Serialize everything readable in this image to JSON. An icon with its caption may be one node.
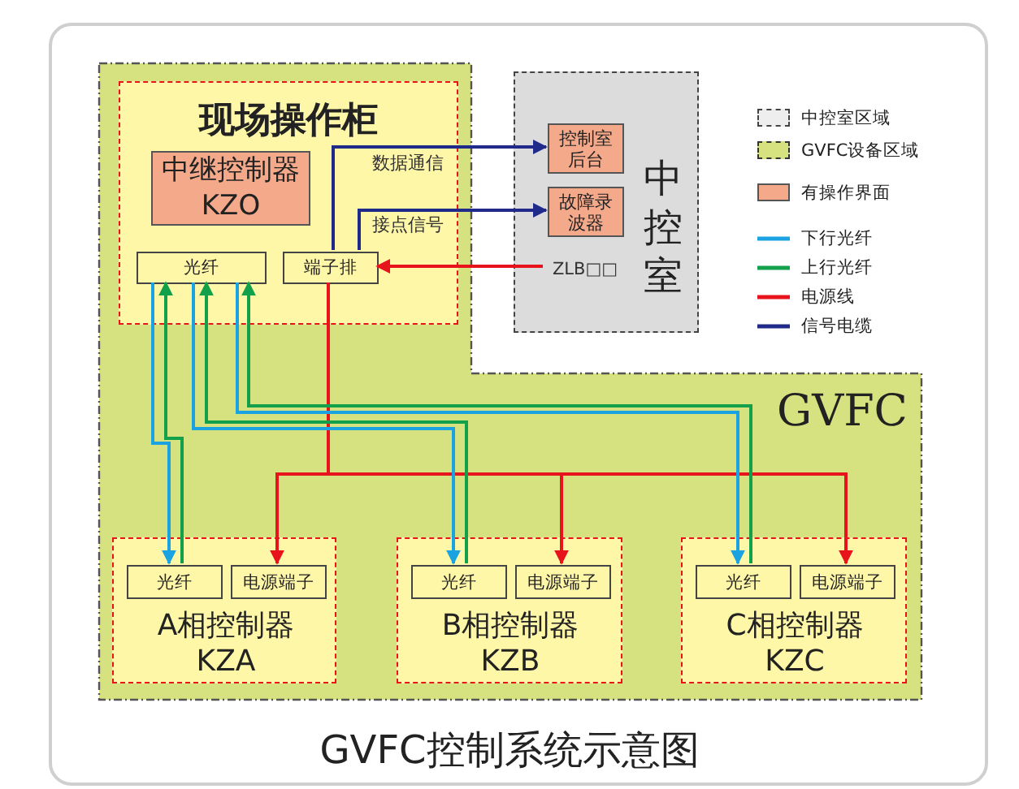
{
  "diagram": {
    "caption": "GVFC控制系统示意图",
    "nodes": [
      {
        "text": [
          "GVFC"
        ]
      },
      {
        "text": [
          "现场操作柜"
        ],
        "in": 0
      },
      {
        "text": [
          "中继控制器 KZO"
        ],
        "in": 1
      },
      {
        "text": [
          "光纤"
        ],
        "in": 1
      },
      {
        "text": [
          "端子排"
        ],
        "in": 1
      },
      {
        "text": [
          "中控室"
        ]
      },
      {
        "text": [
          "控制室后台"
        ],
        "in": 5
      },
      {
        "text": [
          "故障录波器"
        ],
        "in": 5
      },
      {
        "text": [
          "ZLB□□"
        ],
        "in": 5
      },
      {
        "text": [
          "A相控制器 KZA"
        ],
        "in": 0
      },
      {
        "text": [
          "光纤"
        ],
        "in": 9
      },
      {
        "text": [
          "电源端子"
        ],
        "in": 9
      },
      {
        "text": [
          "B相控制器 KZB"
        ],
        "in": 0
      },
      {
        "text": [
          "光纤"
        ],
        "in": 12
      },
      {
        "text": [
          "电源端子"
        ],
        "in": 12
      },
      {
        "text": [
          "C相控制器 KZC"
        ],
        "in": 0
      },
      {
        "text": [
          "光纤"
        ],
        "in": 15
      },
      {
        "text": [
          "电源端子"
        ],
        "in": 15
      }
    ],
    "edges": [
      {
        "from": 4,
        "to": 6,
        "arrow": "to",
        "label": "数据通信",
        "color": "#1f2a8a"
      },
      {
        "from": 4,
        "to": 7,
        "arrow": "to",
        "label": "接点信号",
        "color": "#1f2a8a"
      },
      {
        "from": 8,
        "to": 4,
        "arrow": "to",
        "color": "#e8141c"
      },
      {
        "from": 4,
        "to": 11,
        "arrow": "to",
        "color": "#e8141c"
      },
      {
        "from": 4,
        "to": 14,
        "arrow": "to",
        "color": "#e8141c"
      },
      {
        "from": 4,
        "to": 17,
        "arrow": "to",
        "color": "#e8141c"
      },
      {
        "from": 3,
        "to": 10,
        "arrow": "to",
        "color": "#1aa3e0"
      },
      {
        "from": 10,
        "to": 3,
        "arrow": "to",
        "color": "#12a04a"
      },
      {
        "from": 3,
        "to": 13,
        "arrow": "to",
        "color": "#1aa3e0"
      },
      {
        "from": 13,
        "to": 3,
        "arrow": "to",
        "color": "#12a04a"
      },
      {
        "from": 3,
        "to": 16,
        "arrow": "to",
        "color": "#1aa3e0"
      },
      {
        "from": 16,
        "to": 3,
        "arrow": "to",
        "color": "#12a04a"
      }
    ],
    "legend": [
      {
        "text": "中控室区域",
        "color": "#eeeeee"
      },
      {
        "text": "GVFC设备区域",
        "color": "#d6e17f"
      },
      {
        "text": "有操作界面",
        "color": "#f4a98a"
      },
      {
        "text": "下行光纤"
      },
      {
        "text": "上行光纤"
      },
      {
        "text": "电源线"
      },
      {
        "text": "信号电缆"
      }
    ]
  }
}
